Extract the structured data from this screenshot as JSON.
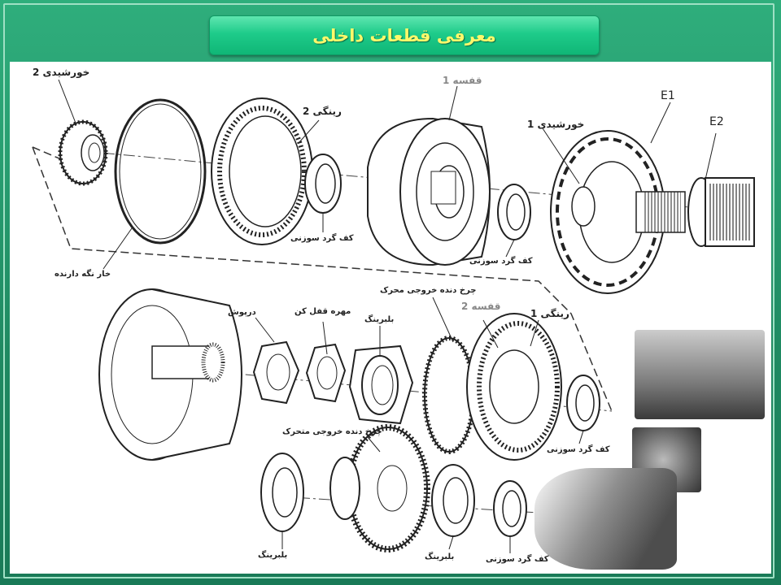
{
  "title": "معرفی قطعات داخلی",
  "labels": {
    "sun2": "خورشیدی 2",
    "ring2": "رینگی 2",
    "cage1": "قفسه 1",
    "sun1": "خورشیدی 1",
    "e1": "E1",
    "e2": "E2",
    "needle_washer_1": "کف گرد سوزنی",
    "needle_washer_2": "کف گرد سوزنی",
    "snap_ring": "خار نگه دارنده",
    "cover": "درپوش",
    "lock_nut": "مهره قفل کن",
    "bearing_top": "بلبرینگ",
    "output_drive_gear_top": "چرخ دنده خروجی محرک",
    "cage2": "قفسه 2",
    "ring1": "رینگی 1",
    "needle_washer_3": "کف گرد سوزنی",
    "output_drive_gear_bottom": "چرخ دنده خروجی متحرک",
    "bearing_left": "بلبرینگ",
    "bearing_mid": "بلبرینگ",
    "needle_washer_4": "کف گرد سوزنی"
  },
  "colors": {
    "frame": "#1f8a62",
    "title_bg": "#1ecb8a",
    "title_text": "#fff86a"
  }
}
